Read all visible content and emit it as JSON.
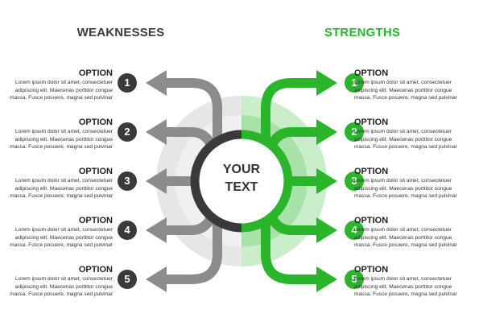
{
  "weaknesses_title": "WEAKNESSES",
  "strengths_title": "STRENGTHS",
  "center": {
    "line1": "YOUR",
    "line2": "TEXT"
  },
  "colors": {
    "dark": "#3a3a3a",
    "gray_arrow": "#8c8c8c",
    "green": "#2ab52a",
    "light_green": "#a8e2a8",
    "light_gray": "#e6e6e6"
  },
  "weaknesses": [
    {
      "number": "1",
      "title": "OPTION",
      "text": "Lorem ipsum dolor sit amet, consectetuer adipiscing elit. Maecenas porttitor congue massa. Fusce posuere, magna sed pulvinar"
    },
    {
      "number": "2",
      "title": "OPTION",
      "text": "Lorem ipsum dolor sit amet, consectetuer adipiscing elit. Maecenas porttitor congue massa. Fusce posuere, magna sed pulvinar"
    },
    {
      "number": "3",
      "title": "OPTION",
      "text": "Lorem ipsum dolor sit amet, consectetuer adipiscing elit. Maecenas porttitor congue massa. Fusce posuere, magna sed pulvinar"
    },
    {
      "number": "4",
      "title": "OPTION",
      "text": "Lorem ipsum dolor sit amet, consectetuer adipiscing elit. Maecenas porttitor congue massa. Fusce posuere, magna sed pulvinar"
    },
    {
      "number": "5",
      "title": "OPTION",
      "text": "Lorem ipsum dolor sit amet, consectetuer adipiscing elit. Maecenas porttitor congue massa. Fusce posuere, magna sed pulvinar"
    }
  ],
  "strengths": [
    {
      "number": "1",
      "title": "OPTION",
      "text": "Lorem ipsum dolor sit amet, consectetuer adipiscing elit. Maecenas porttitor congue massa. Fusce posuere, magna sed pulvinar"
    },
    {
      "number": "2",
      "title": "OPTION",
      "text": "Lorem ipsum dolor sit amet, consectetuer adipiscing elit. Maecenas porttitor congue massa. Fusce posuere, magna sed pulvinar"
    },
    {
      "number": "3",
      "title": "OPTION",
      "text": "Lorem ipsum dolor sit amet, consectetuer adipiscing elit. Maecenas porttitor congue massa. Fusce posuere, magna sed pulvinar"
    },
    {
      "number": "4",
      "title": "OPTION",
      "text": "Lorem ipsum dolor sit amet, consectetuer adipiscing elit. Maecenas porttitor congue massa. Fusce posuere, magna sed pulvinar"
    },
    {
      "number": "5",
      "title": "OPTION",
      "text": "Lorem ipsum dolor sit amet, consectetuer adipiscing elit. Maecenas porttitor congue massa. Fusce posuere, magna sed pulvinar"
    }
  ]
}
